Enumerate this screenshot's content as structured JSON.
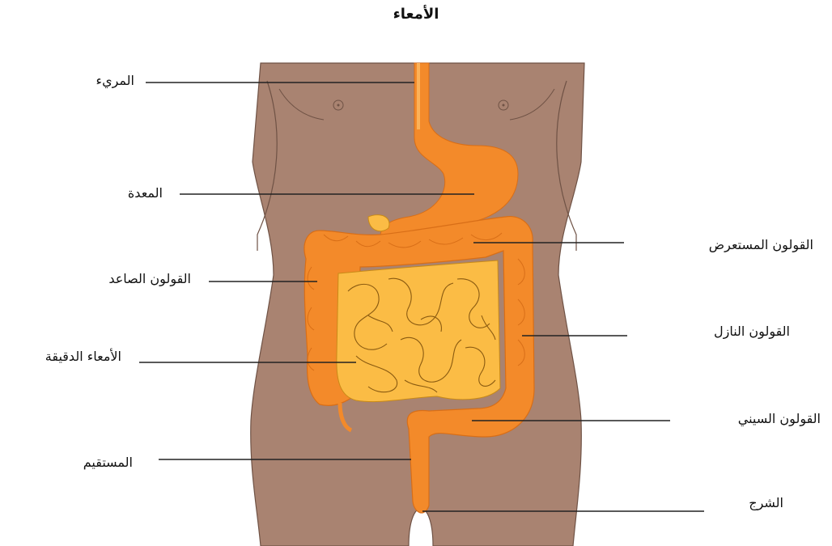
{
  "title": "الأمعاء",
  "labels": {
    "esophagus": "المريء",
    "stomach": "المعدة",
    "ascending_colon": "القولون الصاعد",
    "small_intestine": "الأمعاء الدقيقة",
    "rectum": "المستقيم",
    "transverse_colon": "القولون المستعرض",
    "descending_colon": "القولون النازل",
    "sigmoid_colon": "القولون السيني",
    "anus": "الشرج"
  },
  "colors": {
    "skin": "#a98371",
    "skin_outline": "#6f5245",
    "organ_orange": "#f38a2a",
    "organ_light": "#f9a737",
    "small_intestine": "#fbbc45",
    "leader_line": "#222222"
  }
}
